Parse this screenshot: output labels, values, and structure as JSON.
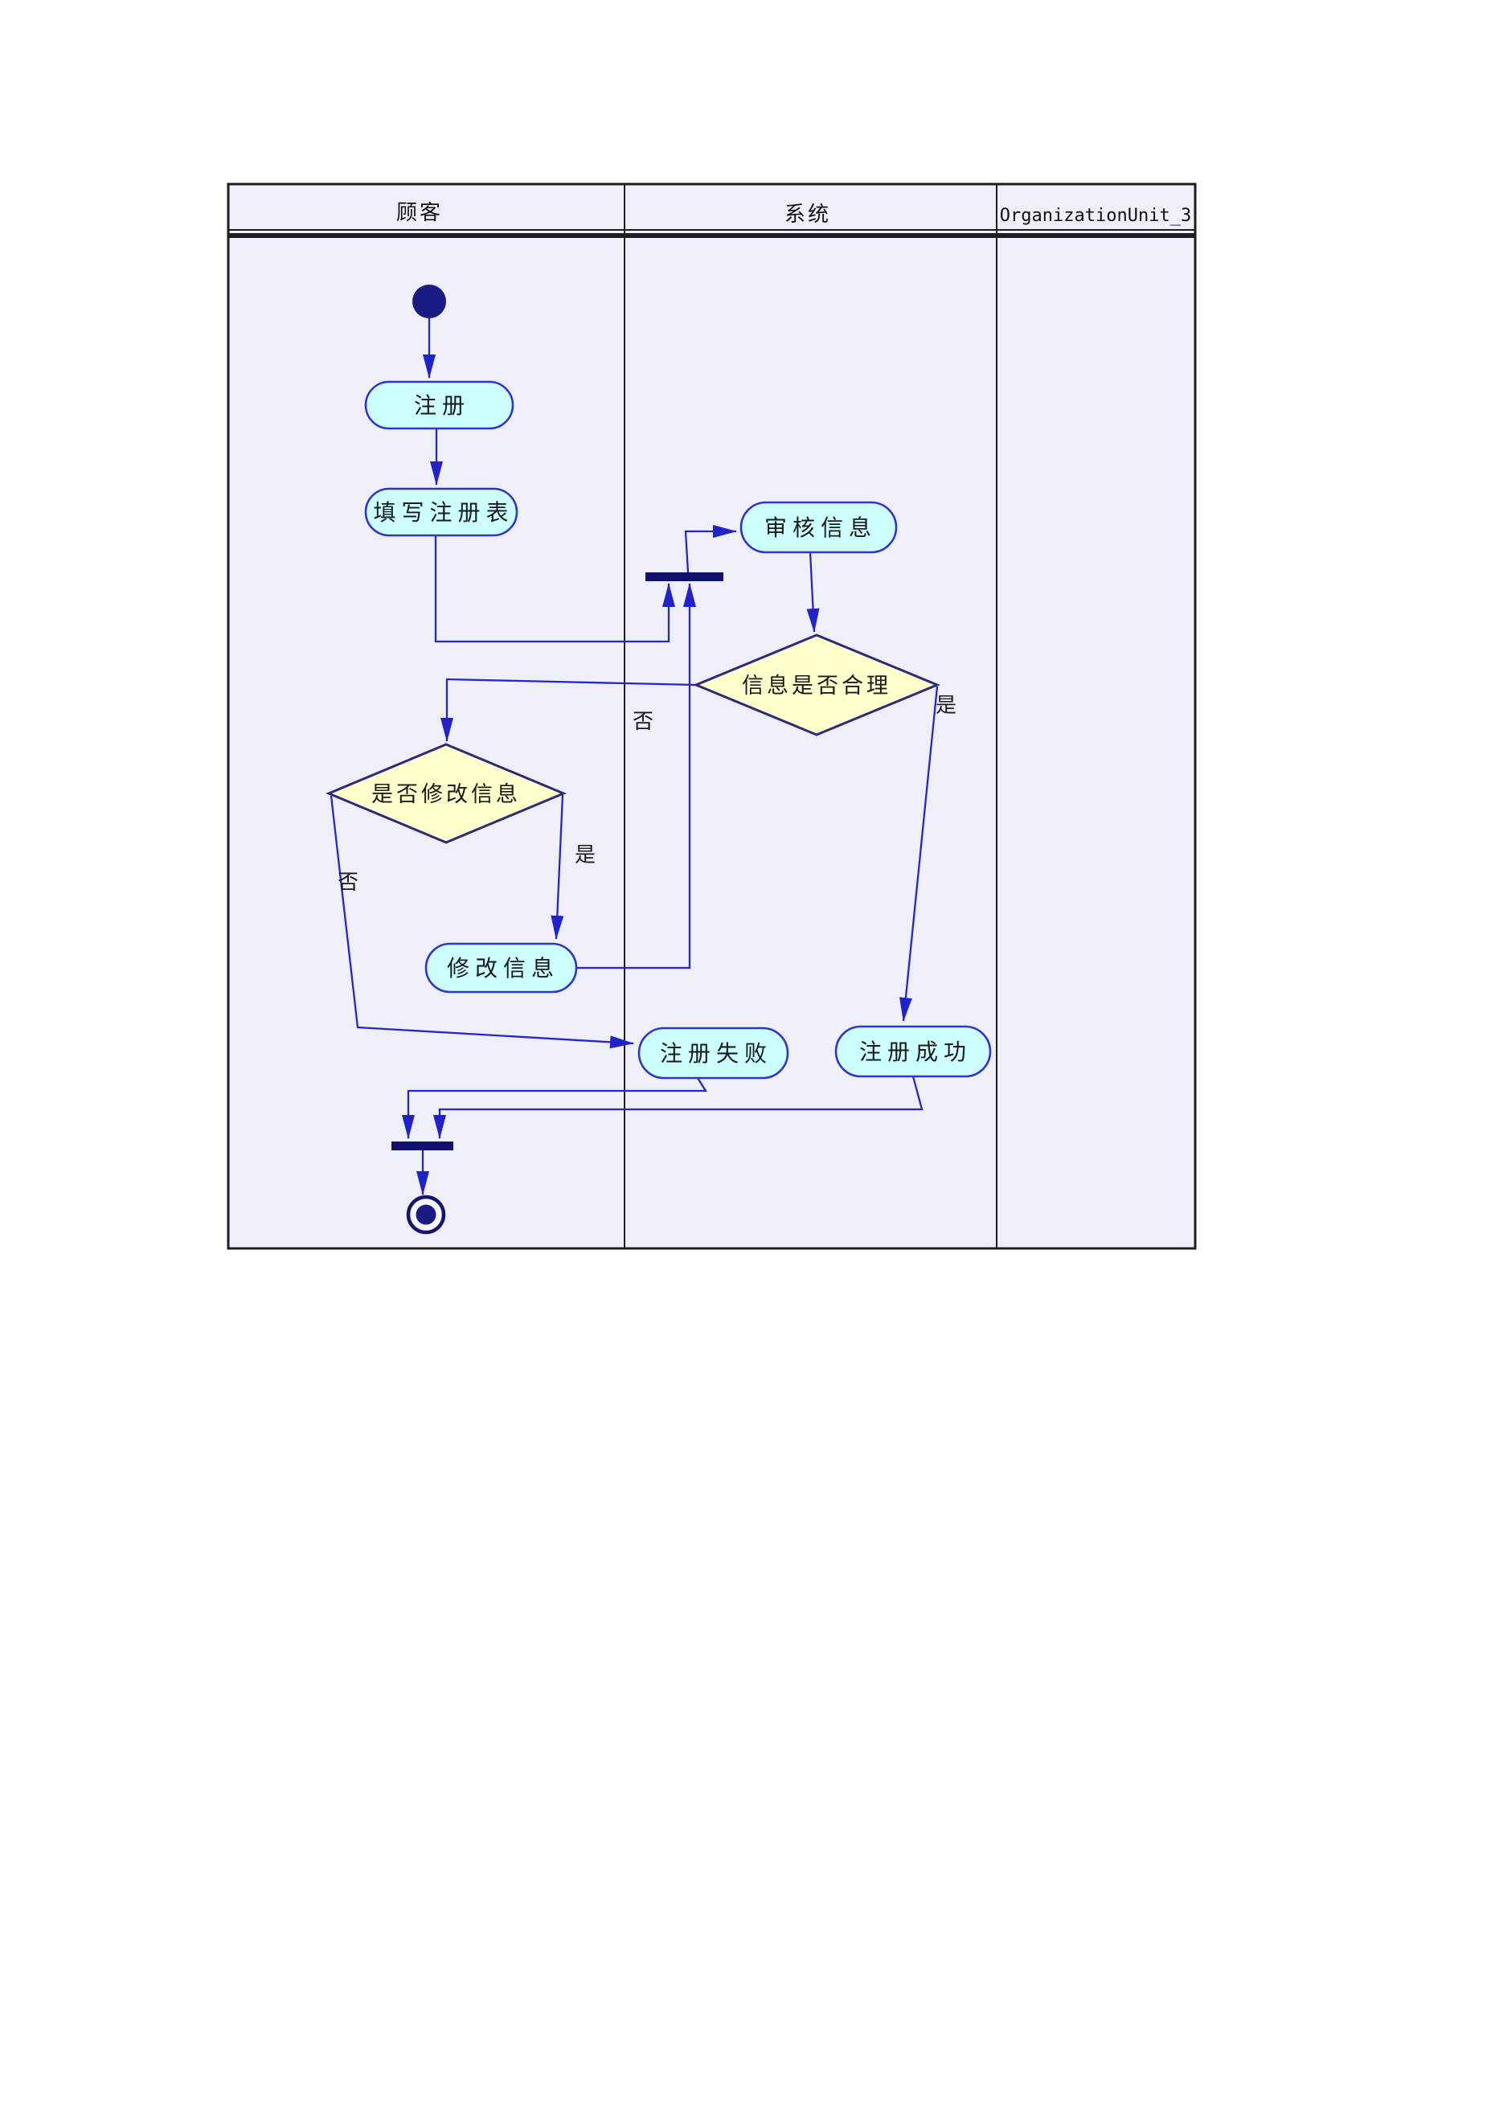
{
  "lanes": [
    {
      "label": "顾客"
    },
    {
      "label": "系统"
    },
    {
      "label": "OrganizationUnit_3"
    }
  ],
  "activities": {
    "register": {
      "label": "注册"
    },
    "fill_form": {
      "label": "填写注册表"
    },
    "review_info": {
      "label": "审核信息"
    },
    "modify_info": {
      "label": "修改信息"
    },
    "register_fail": {
      "label": "注册失败"
    },
    "register_success": {
      "label": "注册成功"
    }
  },
  "decisions": {
    "info_reasonable": {
      "label": "信息是否合理",
      "yes_label": "是",
      "no_label": "否"
    },
    "modify_or_not": {
      "label": "是否修改信息",
      "yes_label": "是",
      "no_label": "否"
    }
  },
  "colors": {
    "canvas_bg": "#efeffa",
    "activity_fill": "#ccffff",
    "activity_border": "#3333cc",
    "decision_fill": "#ffffcc",
    "decision_border": "#2b2b7a",
    "edge": "#2626ce",
    "sync_bar": "#12126e",
    "terminal_node": "#1b1b84",
    "frame": "#1e1e1e"
  }
}
